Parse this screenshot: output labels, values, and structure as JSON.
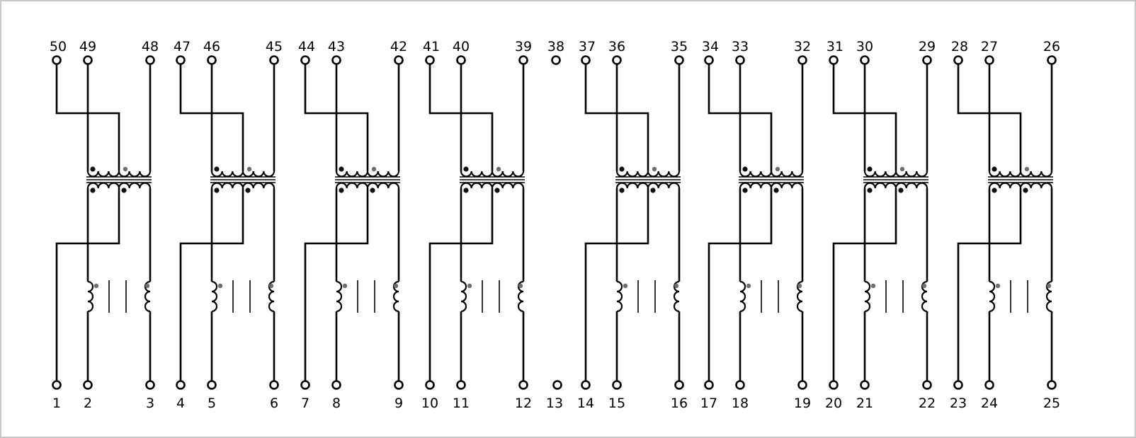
{
  "diagram": {
    "colors": {
      "line": "#000000",
      "polarity_dot_primary": "#111111",
      "polarity_dot_secondary": "#6e6e6e",
      "frame": "#c8c8c8"
    },
    "channels": [
      {
        "top_pins": [
          "50",
          "49",
          "48"
        ],
        "bottom_pins": [
          "1",
          "2",
          "3"
        ]
      },
      {
        "top_pins": [
          "47",
          "46",
          "45"
        ],
        "bottom_pins": [
          "4",
          "5",
          "6"
        ]
      },
      {
        "top_pins": [
          "44",
          "43",
          "42"
        ],
        "bottom_pins": [
          "7",
          "8",
          "9"
        ]
      },
      {
        "top_pins": [
          "41",
          "40",
          "39"
        ],
        "bottom_pins": [
          "10",
          "11",
          "12"
        ]
      },
      {
        "top_pins": [
          "37",
          "36",
          "35"
        ],
        "bottom_pins": [
          "14",
          "15",
          "16"
        ]
      },
      {
        "top_pins": [
          "34",
          "33",
          "32"
        ],
        "bottom_pins": [
          "17",
          "18",
          "19"
        ]
      },
      {
        "top_pins": [
          "31",
          "30",
          "29"
        ],
        "bottom_pins": [
          "20",
          "21",
          "22"
        ]
      },
      {
        "top_pins": [
          "28",
          "27",
          "26"
        ],
        "bottom_pins": [
          "23",
          "24",
          "25"
        ]
      }
    ],
    "nc_pins": {
      "top": "38",
      "bottom": "13"
    }
  }
}
